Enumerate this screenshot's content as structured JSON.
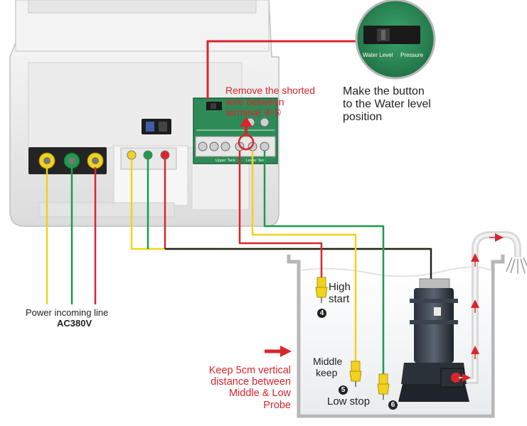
{
  "instruction": {
    "line1": "Make the button",
    "line2": "to the Water level",
    "line3": "position"
  },
  "remove_note": {
    "line1": "Remove the shorted",
    "line2": "wire between",
    "line3": "terminal ④⑤"
  },
  "switch_zoom": {
    "water_level": "Water Level",
    "pressure": "Pressure"
  },
  "board_labels": {
    "upper_tank": "Upper Tank",
    "lower_tank": "Lower Tank"
  },
  "power": {
    "label": "Power incoming line",
    "spec": "AC380V"
  },
  "probes": {
    "high": {
      "line1": "High",
      "line2": "start",
      "number": "4"
    },
    "middle": {
      "line1": "Middle",
      "line2": "keep",
      "number": "5"
    },
    "low": {
      "line1": "Low stop",
      "number": "6"
    }
  },
  "distance_note": {
    "line1": "Keep 5cm vertical",
    "line2": "distance between",
    "line3": "Middle & Low",
    "line4": "Probe"
  },
  "colors": {
    "yellow_wire": "#f2d21c",
    "green_wire": "#1f9a4a",
    "red_wire": "#d8262b",
    "black_wire": "#222222",
    "board_green": "#2e8b57"
  }
}
